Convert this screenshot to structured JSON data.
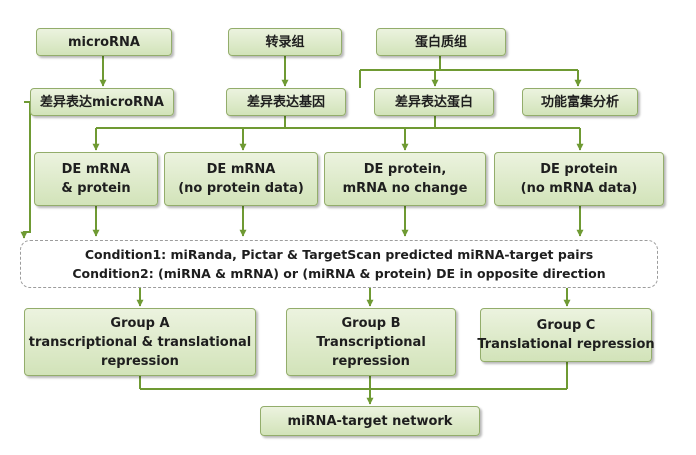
{
  "nodes": {
    "microrna": "microRNA",
    "transcriptome": "转录组",
    "proteome": "蛋白质组",
    "de_microrna": "差异表达microRNA",
    "de_genes": "差异表达基因",
    "de_proteins": "差异表达蛋白",
    "enrichment": "功能富集分析",
    "de_mrna_protein": [
      "DE mRNA",
      "& protein"
    ],
    "de_mrna_no_protein": [
      "DE mRNA",
      "(no protein data)"
    ],
    "de_protein_mrna_no_change": [
      "DE protein,",
      "mRNA no change"
    ],
    "de_protein_no_mrna": [
      "DE protein",
      "(no mRNA data)"
    ],
    "group_a": [
      "Group A",
      "transcriptional & translational",
      "repression"
    ],
    "group_b": [
      "Group B",
      "Transcriptional",
      "repression"
    ],
    "group_c": [
      "Group C",
      "Translational repression"
    ],
    "network": "miRNA-target network"
  },
  "conditions": [
    "Condition1: miRanda, Pictar & TargetScan predicted  miRNA-target pairs",
    "Condition2: (miRNA & mRNA) or (miRNA & protein) DE in opposite direction"
  ],
  "colors": {
    "box_fill_top": "#ecf3df",
    "box_fill_bottom": "#d2e3b9",
    "box_border": "#93ad6b",
    "connector": "#6f9a33",
    "condition_border": "#9c9c9c"
  }
}
